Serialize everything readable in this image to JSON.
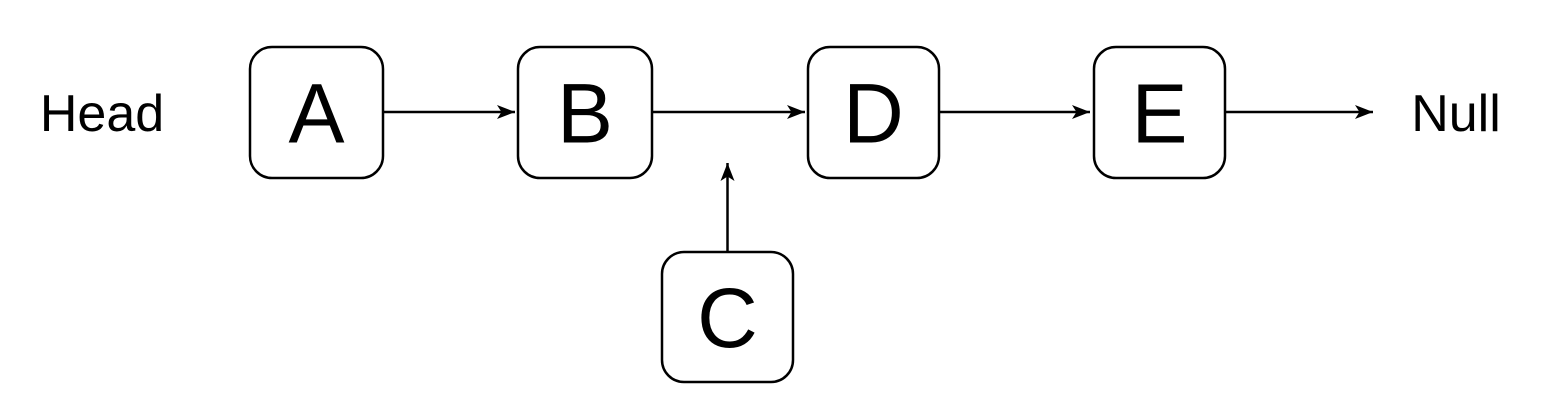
{
  "diagram": {
    "type": "linked-list-insertion",
    "head_label": "Head",
    "null_label": "Null",
    "nodes": [
      {
        "id": "A",
        "label": "A"
      },
      {
        "id": "B",
        "label": "B"
      },
      {
        "id": "C",
        "label": "C"
      },
      {
        "id": "D",
        "label": "D"
      },
      {
        "id": "E",
        "label": "E"
      }
    ],
    "edges": [
      {
        "from": "A",
        "to": "B",
        "direction": "right"
      },
      {
        "from": "B",
        "to": "D",
        "direction": "right"
      },
      {
        "from": "D",
        "to": "E",
        "direction": "right"
      },
      {
        "from": "E",
        "to": "Null",
        "direction": "right"
      },
      {
        "from": "C",
        "to": "link-between-B-and-D",
        "direction": "up"
      }
    ],
    "colors": {
      "stroke": "#000000",
      "node_fill": "#ffffff",
      "background": "#ffffff",
      "text": "#000000"
    }
  }
}
